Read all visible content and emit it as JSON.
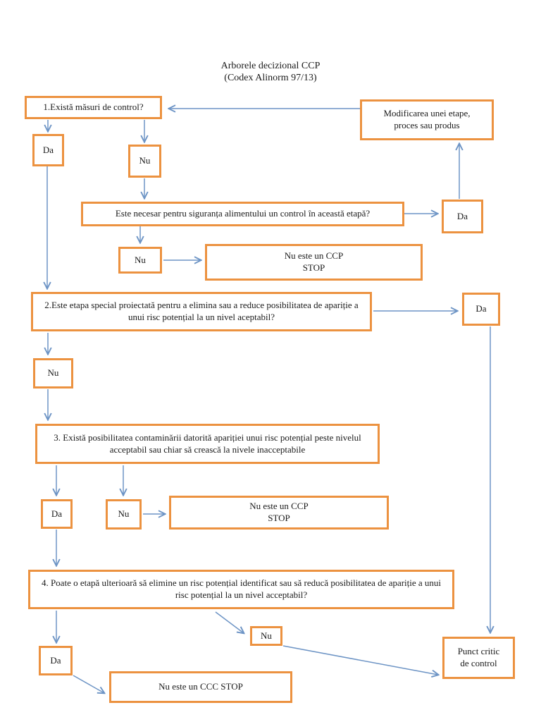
{
  "page": {
    "title_line1": "Arborele decizional CCP",
    "title_line2": "(Codex Alinorm 97/13)"
  },
  "nodes": {
    "q1": "1.Există măsuri de control?",
    "q1_da": "Da",
    "q1_nu": "Nu",
    "modify_step": "Modificarea unei etape,\nproces sau produs",
    "q1b": "Este necesar pentru siguranța alimentului un control în această etapă?",
    "q1b_da": "Da",
    "q1b_nu": "Nu",
    "stop1": "Nu este un CCP\nSTOP",
    "q2": "2.Este etapa special proiectată pentru a elimina sau a reduce posibilitatea de apariție a unui risc potențial la un nivel aceptabil?",
    "q2_da": "Da",
    "q2_nu": "Nu",
    "q3": "3. Există posibilitatea contaminării datorită apariției unui risc potențial peste nivelul acceptabil sau chiar să crească la nivele inacceptabile",
    "q3_da": "Da",
    "q3_nu": "Nu",
    "stop2": "Nu este un CCP\nSTOP",
    "q4": "4. Poate o etapă ulterioară să elimine un risc potențial identificat sau să reducă posibilitatea de apariție a unui risc potențial la un nivel acceptabil?",
    "q4_nu": "Nu",
    "q4_da": "Da",
    "critical_point": "Punct critic\nde control",
    "stop3": "Nu este un CCC STOP"
  },
  "colors": {
    "box_border": "#EC9240",
    "arrow": "#6D94C5",
    "text": "#1A1A1A",
    "background": "#FFFFFF"
  }
}
